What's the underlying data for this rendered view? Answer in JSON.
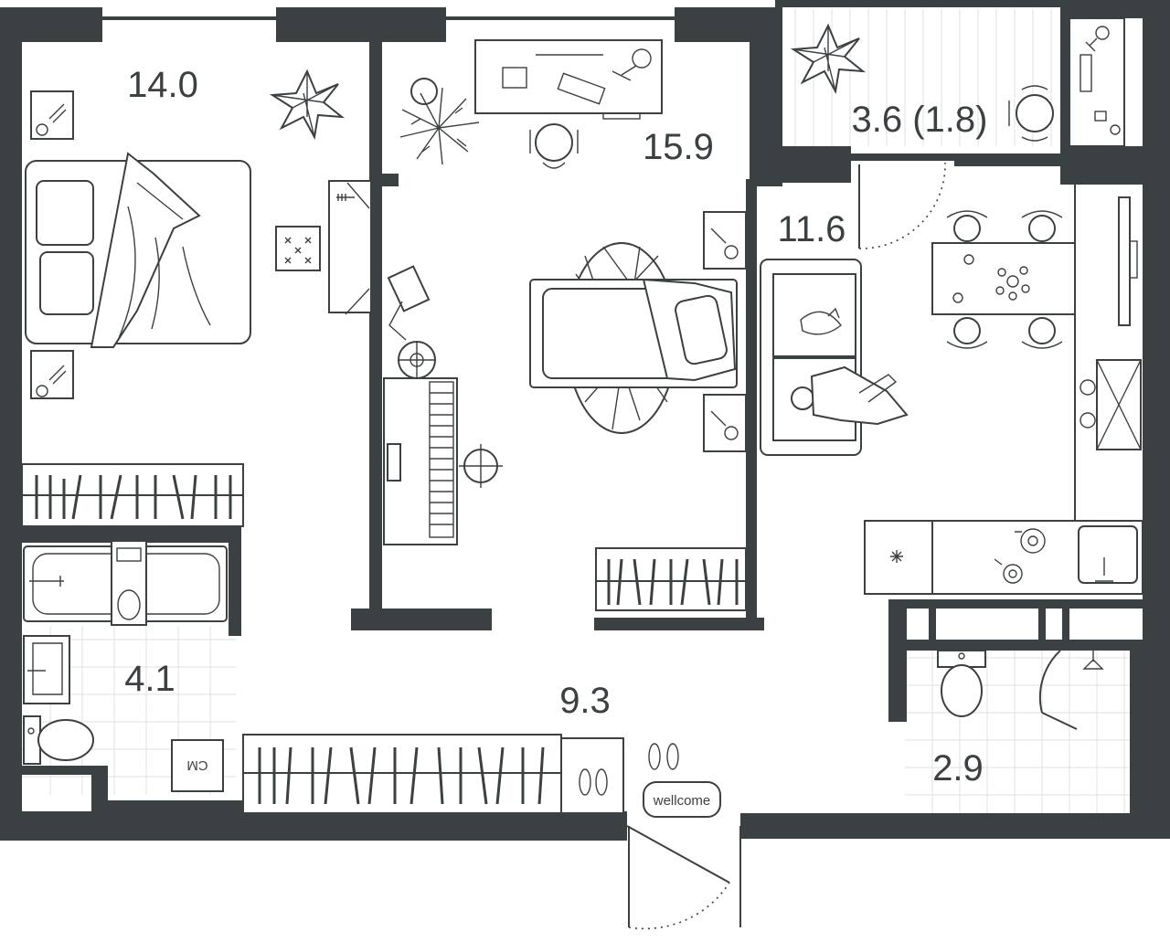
{
  "plan": {
    "rooms": [
      {
        "id": "bedroom",
        "area": "14.0"
      },
      {
        "id": "living-room",
        "area": "15.9"
      },
      {
        "id": "balcony",
        "area": "3.6 (1.8)"
      },
      {
        "id": "kitchen",
        "area": "11.6"
      },
      {
        "id": "bathroom",
        "area": "4.1"
      },
      {
        "id": "hallway",
        "area": "9.3"
      },
      {
        "id": "toilet",
        "area": "2.9"
      }
    ],
    "labels": {
      "washing_machine": "СМ",
      "doormat": "wellcome"
    },
    "colors": {
      "wall": "#3b4043",
      "background": "#ffffff",
      "tile_grid": "#e4e6e7"
    }
  }
}
